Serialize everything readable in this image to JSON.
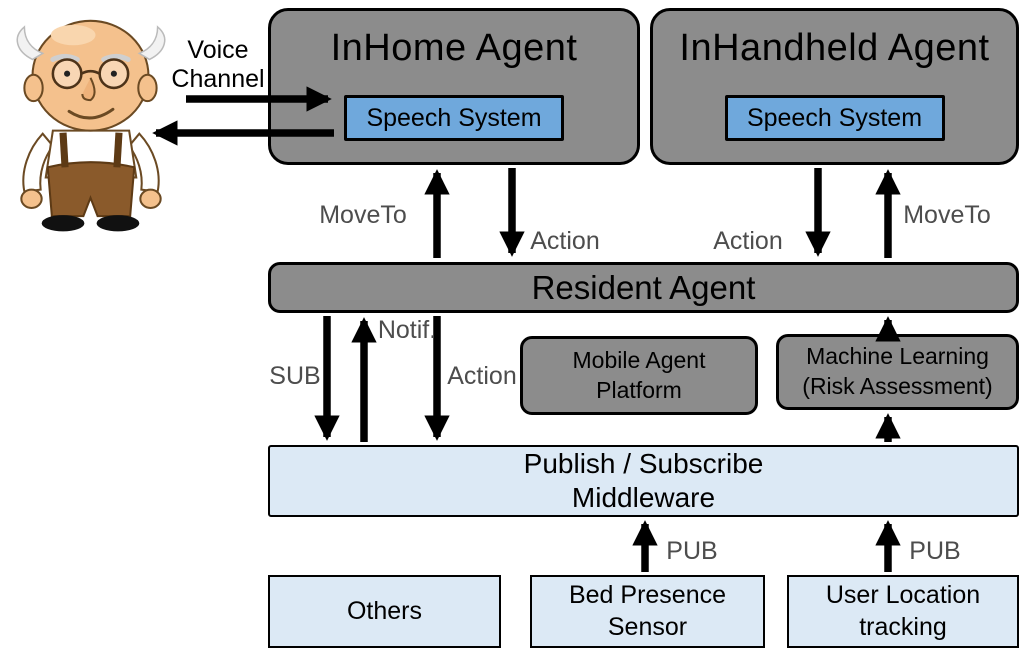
{
  "nodes": {
    "inhome_agent": "InHome Agent",
    "inhome_speech": "Speech System",
    "inhandheld_agent": "InHandheld Agent",
    "inhandheld_speech": "Speech System",
    "resident_agent": "Resident Agent",
    "mobile_agent_platform": "Mobile Agent\nPlatform",
    "machine_learning": "Machine Learning\n(Risk Assessment)",
    "middleware": "Publish / Subscribe\nMiddleware",
    "others": "Others",
    "bed_presence_sensor": "Bed Presence\nSensor",
    "user_location_tracking": "User Location\ntracking"
  },
  "edge_labels": {
    "voice_channel": "Voice\nChannel",
    "moveto_left": "MoveTo",
    "action_left_down": "Action",
    "action_right_down": "Action",
    "moveto_right": "MoveTo",
    "sub": "SUB",
    "notif": "Notif.",
    "action_mid_down": "Action",
    "pub_left": "PUB",
    "pub_right": "PUB"
  },
  "icons": {
    "actor": "elderly-user-illustration"
  },
  "colors": {
    "agent_fill": "#8c8c8c",
    "speech_fill": "#6fa8dc",
    "light_fill": "#dce9f5",
    "border": "#000000",
    "arrow": "#000000",
    "edge_label_text": "#4d4d4d"
  }
}
